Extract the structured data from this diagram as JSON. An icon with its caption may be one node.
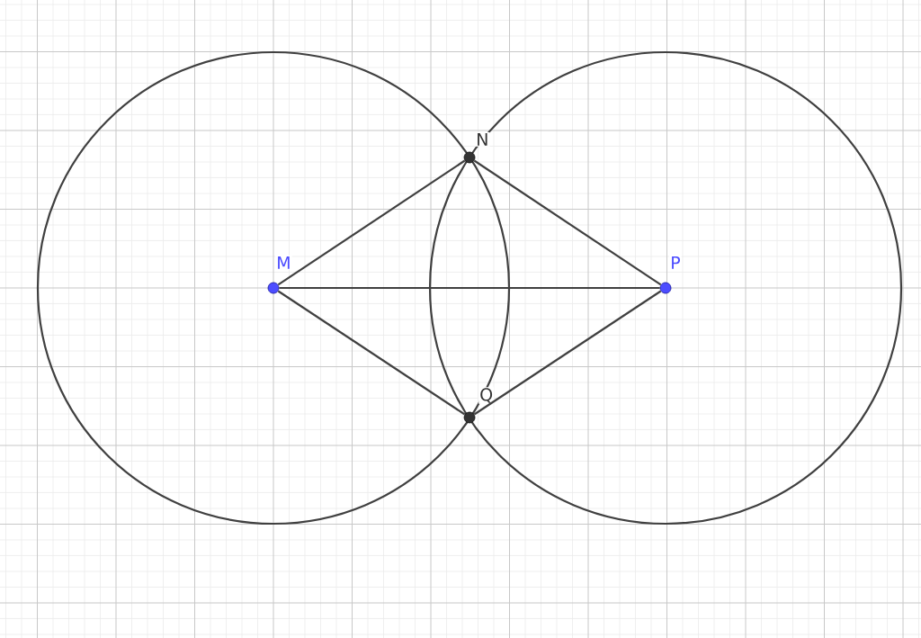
{
  "diagram": {
    "nodes": [
      {
        "text": [
          "N"
        ]
      },
      {
        "text": [
          "M"
        ]
      },
      {
        "text": [
          "P"
        ]
      },
      {
        "text": [
          "Q"
        ]
      }
    ],
    "edges": [
      {
        "from": 1,
        "to": 0,
        "arrow": "none"
      },
      {
        "from": 0,
        "to": 2,
        "arrow": "none"
      },
      {
        "from": 1,
        "to": 2,
        "arrow": "none"
      },
      {
        "from": 1,
        "to": 3,
        "arrow": "none"
      },
      {
        "from": 3,
        "to": 2,
        "arrow": "none"
      }
    ]
  }
}
